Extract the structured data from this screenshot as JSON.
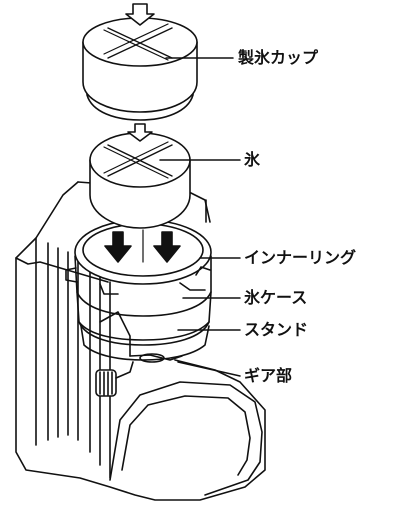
{
  "labels": {
    "ice_cup": "製氷カップ",
    "ice": "氷",
    "inner_ring": "インナーリング",
    "ice_case": "氷ケース",
    "stand": "スタンド",
    "gear": "ギア部"
  },
  "colors": {
    "stroke": "#111111",
    "fill": "#ffffff",
    "arrow_hollow": "#ffffff",
    "arrow_solid": "#111111"
  }
}
